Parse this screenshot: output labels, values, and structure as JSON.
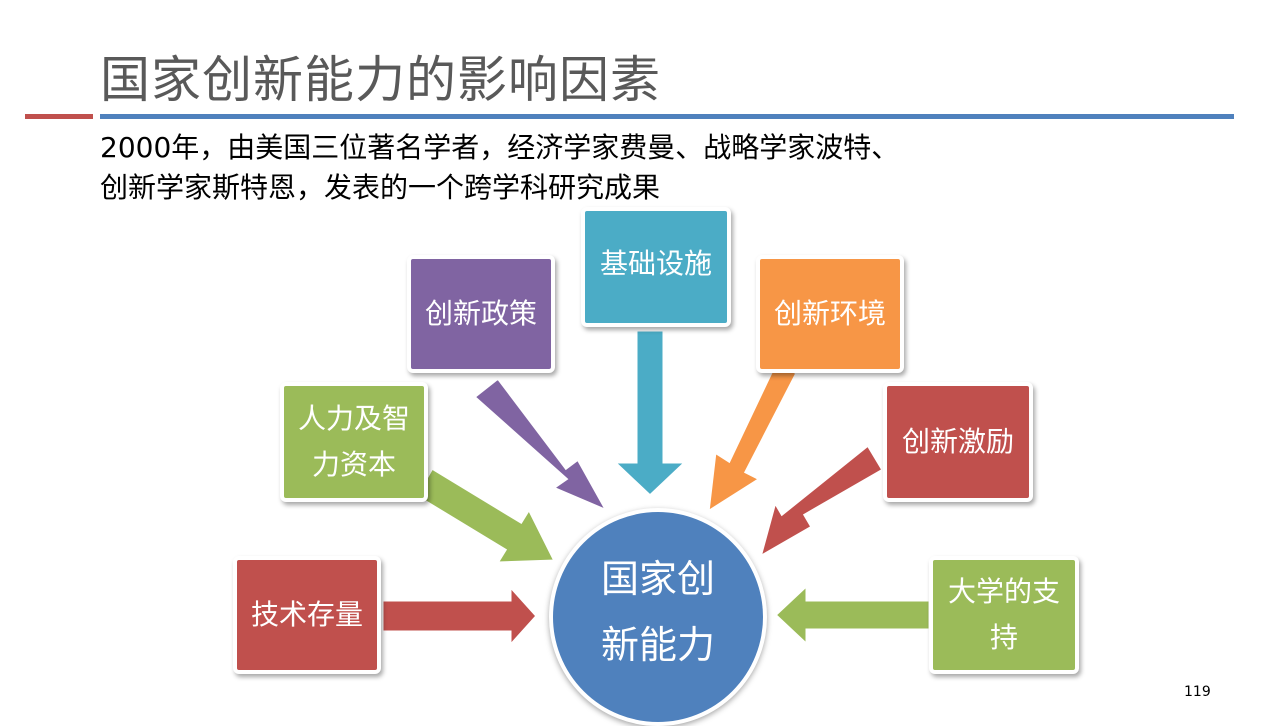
{
  "title": "国家创新能力的影响因素",
  "intro": {
    "line1": "2000年，由美国三位著名学者，经济学家费曼、战略学家波特、",
    "line2": "创新学家斯特恩，发表的一个跨学科研究成果"
  },
  "center": {
    "label": "国家创新能力",
    "color": "#4f81bd"
  },
  "factors": [
    {
      "label": "技术存量",
      "color": "#c0504d"
    },
    {
      "label": "人力及智力资本",
      "color": "#9bbb59"
    },
    {
      "label": "创新政策",
      "color": "#8064a2"
    },
    {
      "label": "基础设施",
      "color": "#4bacc6"
    },
    {
      "label": "创新环境",
      "color": "#f79646"
    },
    {
      "label": "创新激励",
      "color": "#c0504d"
    },
    {
      "label": "大学的支持",
      "color": "#9bbb59"
    }
  ],
  "page_number": "119"
}
